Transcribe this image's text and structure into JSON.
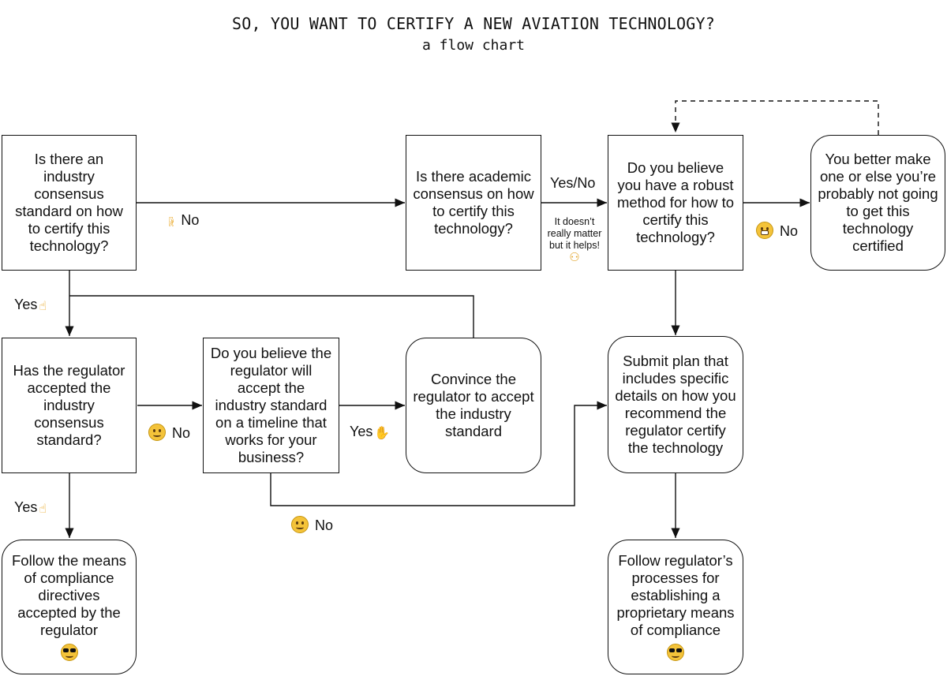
{
  "title": "SO, YOU WANT TO CERTIFY A NEW AVIATION TECHNOLOGY?",
  "subtitle": "a flow chart",
  "nodes": {
    "industry_consensus": "Is there an industry consensus standard on how to certify this technology?",
    "academic_consensus": "Is there academic consensus on how to certify this technology?",
    "robust_method": "Do you believe you have a robust method for how to certify this technology?",
    "make_one": "You better make one or else you’re probably not going to get this technology certified",
    "regulator_accepted": "Has the regulator accepted the industry consensus standard?",
    "believe_regulator": "Do you believe the regulator will accept the industry standard on a timeline that works for your business?",
    "convince_regulator": "Convince the regulator to accept the industry standard",
    "submit_plan": "Submit plan that includes specific details on how you recommend the regulator certify the technology",
    "follow_means": "Follow the means of compliance directives accepted by the regulator",
    "follow_processes": "Follow regulator’s processes for establishing a proprietary means of compliance"
  },
  "edge_labels": {
    "no_academic": "No",
    "yes_no": "Yes/No",
    "note": "It doesn’t really matter but it helps!",
    "no_make_one": "No",
    "yes_regulator": "Yes",
    "no_believe": "No",
    "yes_convince": "Yes",
    "yes_follow": "Yes",
    "no_submit": "No"
  },
  "icons": {
    "thumbs_down": "thumbs-down-icon",
    "thumbs_up": "thumbs-up-icon",
    "call_me": "call-me-hand-icon",
    "crying": "crying-face-icon",
    "grimacing": "grimacing-face-icon",
    "sunglasses": "sunglasses-face-icon",
    "shrug": "shrugging-person-icon"
  },
  "colors": {
    "line": "#111111",
    "emoji_yellow": "#f4c33a"
  }
}
